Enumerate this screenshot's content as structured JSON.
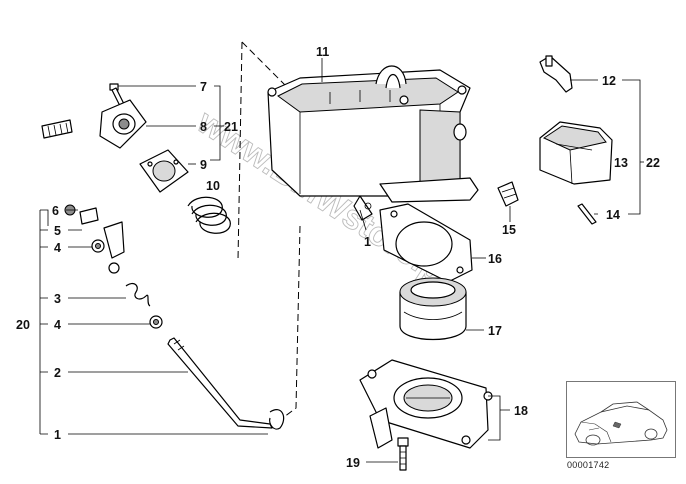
{
  "diagram": {
    "labels": {
      "p1_upper": "1",
      "p1_lower": "1",
      "p2": "2",
      "p3": "3",
      "p4_upper": "4",
      "p4_lower": "4",
      "p5": "5",
      "p6": "6",
      "p7": "7",
      "p8": "8",
      "p9": "9",
      "p10": "10",
      "p11": "11",
      "p12": "12",
      "p13": "13",
      "p14": "14",
      "p15": "15",
      "p16": "16",
      "p17": "17",
      "p18": "18",
      "p19": "19",
      "p20": "20",
      "p21": "21",
      "p22": "22"
    },
    "watermark": "www.BMWstore.pl",
    "catalog_number": "00001742"
  }
}
